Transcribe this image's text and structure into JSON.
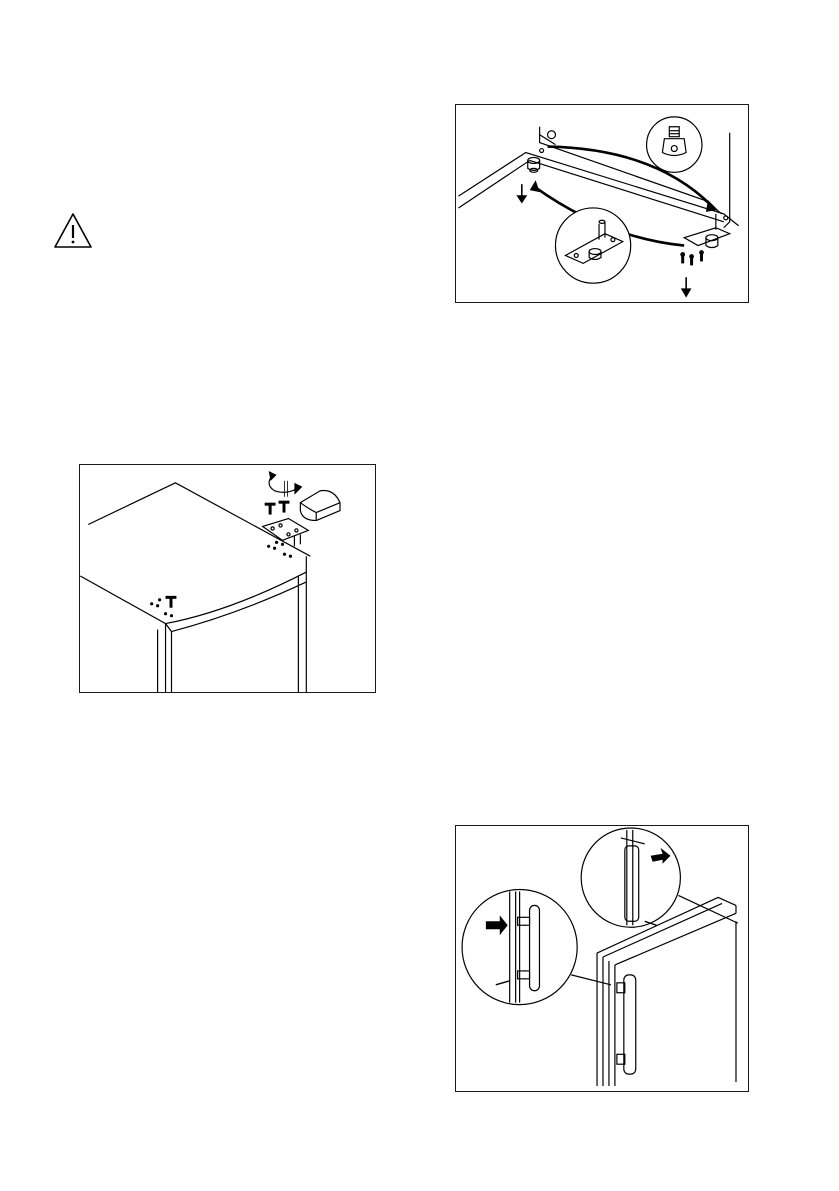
{
  "page": {
    "warning": {
      "icon": "warning-triangle-icon",
      "text": ""
    }
  },
  "figures": [
    {
      "id": "fig-hinge-bottom",
      "icon": "bottom-hinge-illustration"
    },
    {
      "id": "fig-hinge-top",
      "icon": "top-hinge-illustration"
    },
    {
      "id": "fig-handle",
      "icon": "door-handle-illustration"
    }
  ]
}
